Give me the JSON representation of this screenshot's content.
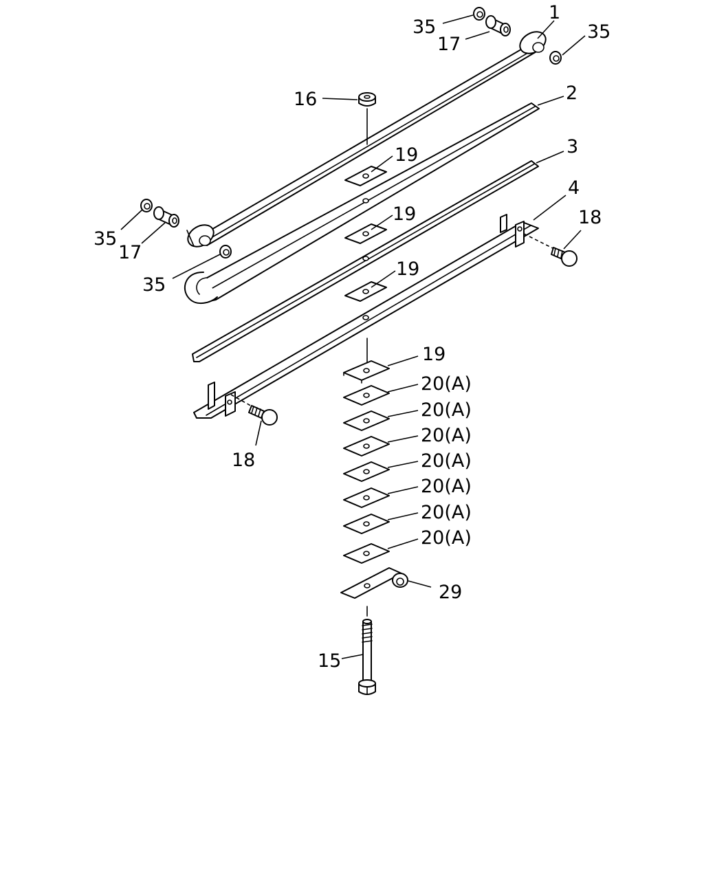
{
  "callouts": {
    "c1": "1",
    "c2": "2",
    "c3": "3",
    "c4": "4",
    "c15": "15",
    "c16": "16",
    "c17a": "17",
    "c17b": "17",
    "c18a": "18",
    "c18b": "18",
    "c19a": "19",
    "c19b": "19",
    "c19c": "19",
    "c19d": "19",
    "c20a": "20(A)",
    "c20b": "20(A)",
    "c20c": "20(A)",
    "c20d": "20(A)",
    "c20e": "20(A)",
    "c20f": "20(A)",
    "c20g": "20(A)",
    "c29": "29",
    "c35a": "35",
    "c35b": "35",
    "c35c": "35",
    "c35d": "35"
  }
}
